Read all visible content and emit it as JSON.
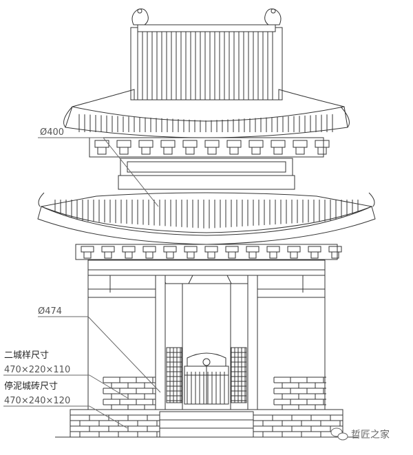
{
  "annotations": {
    "dim_upper_column": "Ø400",
    "dim_lower_column": "Ø474",
    "spec1_label": "二城样尺寸",
    "spec1_value": "470×220×110",
    "spec2_label": "停泥城砖尺寸",
    "spec2_value": "470×240×120"
  },
  "watermark": {
    "text": "哲匠之家",
    "icon": "wechat-icon"
  },
  "colors": {
    "line": "#333333",
    "background": "#ffffff",
    "label": "#555555"
  }
}
